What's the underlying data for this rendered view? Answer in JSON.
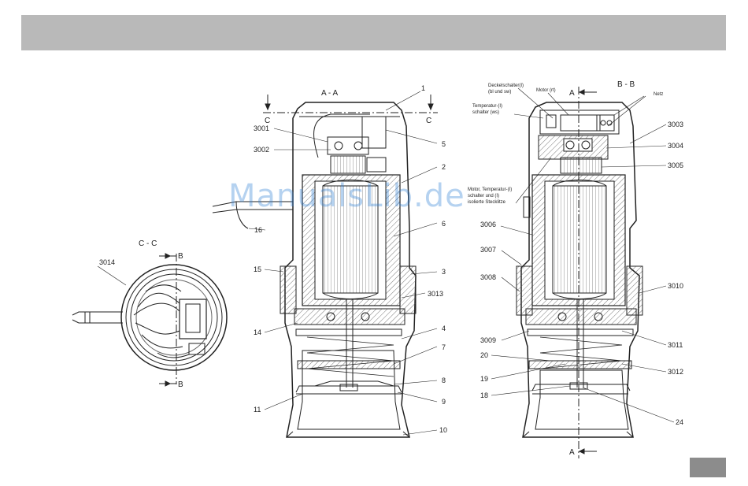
{
  "sections": {
    "aa": "A - A",
    "bb": "B - B",
    "cc": "C - C",
    "a_marker": "A",
    "b_marker": "B",
    "c_marker": "C"
  },
  "labels_aa": {
    "l1": "1",
    "l5": "5",
    "l2": "2",
    "l6": "6",
    "l3": "3",
    "l3013": "3013",
    "l4": "4",
    "l7": "7",
    "l8": "8",
    "l9": "9",
    "l10": "10",
    "l3001": "3001",
    "l3002": "3002",
    "l16": "16",
    "l15": "15",
    "l14": "14",
    "l11": "11"
  },
  "labels_bb": {
    "deckelschalter_1": "Deckelschalter(I)",
    "deckelschalter_2": "(bl und sw)",
    "motor_rt": "Motor (rt)",
    "netz": "Netz",
    "temperatur_1": "Temperatur-(I)",
    "temperatur_2": "schalter (ws)",
    "motor_temp_1": "Motor, Temperatur-(I)",
    "motor_temp_2": "schalter und (I)",
    "motor_temp_3": "isolierte Stecklitze",
    "l3003": "3003",
    "l3004": "3004",
    "l3005": "3005",
    "l3006": "3006",
    "l3007": "3007",
    "l3008": "3008",
    "l3010": "3010",
    "l3009": "3009",
    "l3011": "3011",
    "l20": "20",
    "l3012": "3012",
    "l19": "19",
    "l18": "18",
    "l24": "24"
  },
  "labels_cc": {
    "l3014": "3014"
  },
  "watermark": "ManualsLib.de"
}
